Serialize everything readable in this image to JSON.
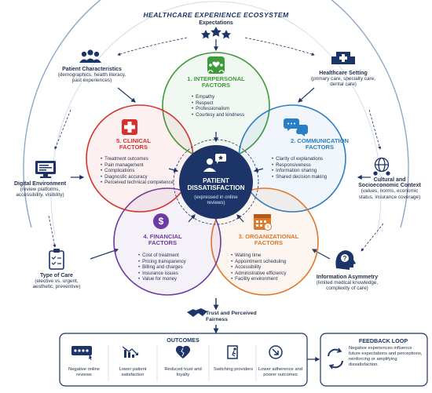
{
  "diagram_title": "HEALTHCARE EXPERIENCE ECOSYSTEM",
  "colors": {
    "navy": "#1d3468",
    "interpersonal": "#3f9a3a",
    "communication": "#2a7ec4",
    "clinical": "#d5322f",
    "financial": "#6e3aa3",
    "organizational": "#e0782a",
    "center": "#1d3468"
  },
  "outer_nodes": {
    "expectations": {
      "title": "Expectations",
      "icon": "stars-icon"
    },
    "patient_characteristics": {
      "title": "Patient Characteristics",
      "detail": "(demographics, health literacy, past experiences)",
      "icon": "people-icon"
    },
    "healthcare_setting": {
      "title": "Healthcare Setting",
      "detail": "(primary care, specialty care, dental care)",
      "icon": "hospital-icon"
    },
    "digital_environment": {
      "title": "Digital Environment",
      "detail": "(review platforms, accessibility, visibility)",
      "icon": "monitor-icon"
    },
    "cultural_context": {
      "title": "Cultural and Socioeconomic Context",
      "detail": "(values, norms, economic status, insurance coverage)",
      "icon": "globe-people-icon"
    },
    "type_of_care": {
      "title": "Type of Care",
      "detail": "(elective vs. urgent, aesthetic, preventive)",
      "icon": "clipboard-icon"
    },
    "information_asymmetry": {
      "title": "Information Asymmetry",
      "detail": "(limited medical knowledge, complexity of care)",
      "icon": "head-question-icon"
    }
  },
  "factors": {
    "interpersonal": {
      "title": "1. INTERPERSONAL FACTORS",
      "items": [
        "Empathy",
        "Respect",
        "Professionalism",
        "Courtesy and kindness"
      ]
    },
    "communication": {
      "title": "2. COMMUNICATION FACTORS",
      "items": [
        "Clarity of explanations",
        "Responsiveness",
        "Information sharing",
        "Shared decision making"
      ]
    },
    "organizational": {
      "title": "3. ORGANIZATIONAL FACTORS",
      "items": [
        "Waiting time",
        "Appointment scheduling",
        "Accessibility",
        "Administrative efficiency",
        "Facility environment"
      ]
    },
    "financial": {
      "title": "4. FINANCIAL FACTORS",
      "items": [
        "Cost of treatment",
        "Pricing transparency",
        "Billing and charges",
        "Insurance issues",
        "Value for money"
      ]
    },
    "clinical": {
      "title": "5. CLINICAL FACTORS",
      "items": [
        "Treatment outcomes",
        "Pain management",
        "Complications",
        "Diagnostic accuracy",
        "Perceived technical competence"
      ]
    }
  },
  "center": {
    "title": "PATIENT DISSATISFACTION",
    "subtitle": "(expressed in online reviews)"
  },
  "trust": {
    "label": "Trust and Perceived Fairness",
    "icon": "handshake-icon"
  },
  "outcomes": {
    "title": "OUTCOMES",
    "items": [
      {
        "label": "Negative online reviews",
        "icon": "star-rating-icon"
      },
      {
        "label": "Lower patient satisfaction",
        "icon": "declining-chart-icon"
      },
      {
        "label": "Reduced trust and loyalty",
        "icon": "broken-heart-icon"
      },
      {
        "label": "Switching providers",
        "icon": "exit-door-icon"
      },
      {
        "label": "Lower adherence and poorer outcomes",
        "icon": "downward-arrow-icon"
      }
    ]
  },
  "feedback_loop": {
    "title": "FEEDBACK LOOP",
    "text": "Negative experiences influence future expectations and perceptions, reinforcing or amplifying dissatisfaction.",
    "icon": "cycle-arrows-icon"
  }
}
